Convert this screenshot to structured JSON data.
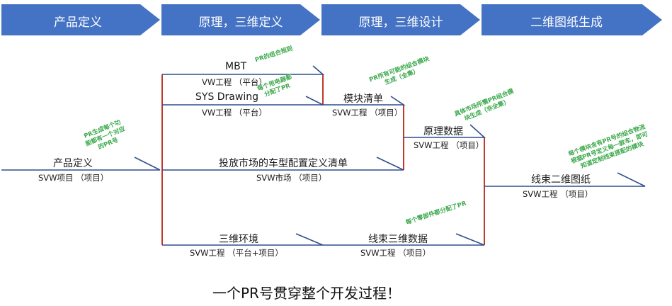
{
  "phases": [
    "产品定义",
    "原理，三维定义",
    "原理，三维设计",
    "二维图纸生成"
  ],
  "nodes": {
    "mbt": {
      "name": "MBT",
      "sub": "VW工程 （平台）"
    },
    "sys": {
      "name": "SYS Drawing",
      "sub": "VW工程 （平台）"
    },
    "module": {
      "name": "模块清单",
      "sub": "SVW工程 （项目）"
    },
    "product": {
      "name": "产品定义",
      "sub": "SVW项目 （项目）"
    },
    "market": {
      "name": "投放市场的车型配置定义清单",
      "sub": "SVW市场 （项目）"
    },
    "principle": {
      "name": "原理数据",
      "sub": "SVW工程 （项目）"
    },
    "harness2d": {
      "name": "线束二维图纸",
      "sub": "SVW工程 （项目）"
    },
    "env3d": {
      "name": "三维环境",
      "sub": "SVW工程 （平台+项目）"
    },
    "harness3d": {
      "name": "线束三维数据",
      "sub": "SVW工程 （项目）"
    }
  },
  "notes": {
    "n1": "PR的组合规则",
    "n2": "每个用电器都分配了PR",
    "n3": "PR所有可能的组合模块生成（全集）",
    "n4": "PR生成每个功能都有一个对应的PR号",
    "n5": "具体市场所需PR组合模块生成（非全集）",
    "n6": "每个零部件都分配了PR",
    "n7": "每个模块含有PR号的组合物流根据PR号定义每一款车，即可知道定制线束搭配的模块"
  },
  "caption": "一个PR号贯穿整个开发过程！",
  "colors": {
    "arrow": "#4472c4",
    "line": "#2f4f8f",
    "connector": "#c0392b",
    "note": "#3aa84a"
  }
}
